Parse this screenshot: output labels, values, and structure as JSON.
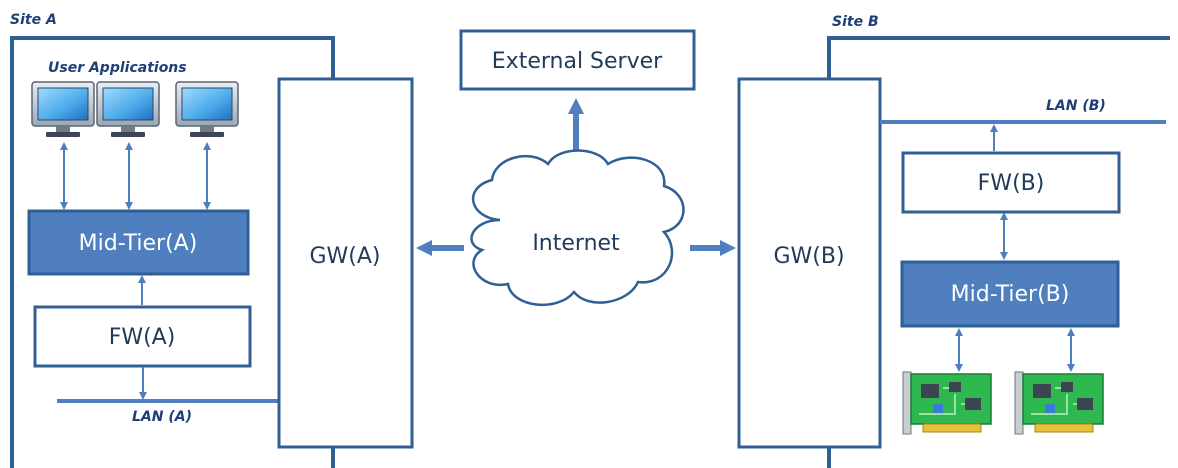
{
  "site_a": {
    "label": "Site A",
    "apps_label": "User Applications",
    "lan_label": "LAN (A)"
  },
  "site_b": {
    "label": "Site B",
    "lan_label": "LAN (B)"
  },
  "external_server": {
    "label": "External Server"
  },
  "internet": {
    "label": "Internet"
  },
  "gw_a": {
    "label": "GW(A)"
  },
  "gw_b": {
    "label": "GW(B)"
  },
  "mid_tier_a": {
    "label": "Mid-Tier(A)"
  },
  "mid_tier_b": {
    "label": "Mid-Tier(B)"
  },
  "fw_a": {
    "label": "FW(A)"
  },
  "fw_b": {
    "label": "FW(B)"
  },
  "colors": {
    "line": "#4f7fbf",
    "border": "#2f5f95",
    "dark_fill": "#4f7fbf",
    "text": "#1f3a5a",
    "label_blue": "#1f3f78"
  }
}
